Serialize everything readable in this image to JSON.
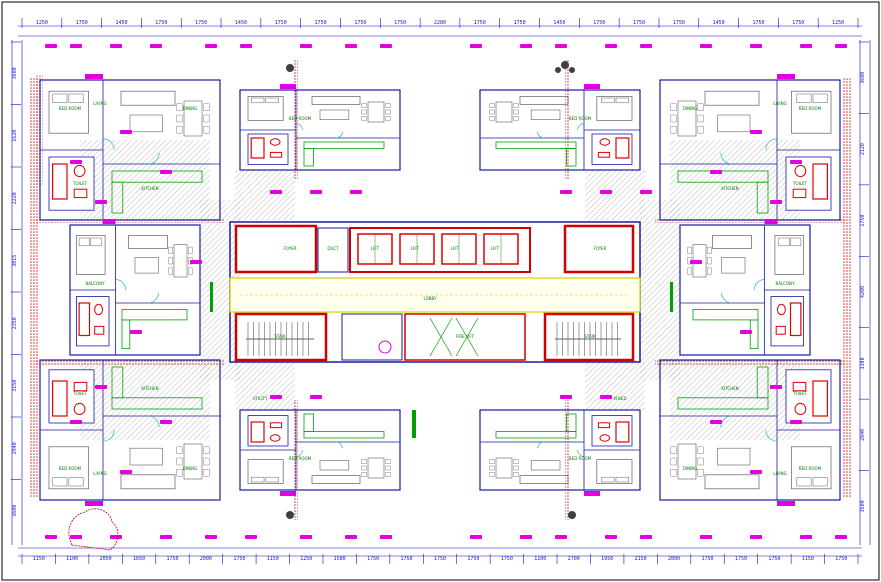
{
  "drawing": {
    "top_dimensions": [
      "1250",
      "1750",
      "1450",
      "1750",
      "1750",
      "1450",
      "1750",
      "1750",
      "1750",
      "1750",
      "2280",
      "1750",
      "1750",
      "1450",
      "1750",
      "1750",
      "1750",
      "1450",
      "1750",
      "1750",
      "1250"
    ],
    "bottom_dimensions": [
      "1150",
      "1100",
      "2050",
      "1650",
      "1750",
      "2000",
      "1750",
      "1150",
      "1250",
      "1580",
      "1750",
      "1750",
      "1750",
      "1750",
      "1750",
      "1100",
      "2700",
      "1950",
      "2150",
      "2800",
      "1750",
      "1750",
      "1750",
      "1150",
      "1750"
    ],
    "left_dimensions": [
      "3600",
      "1620",
      "2220",
      "3015",
      "2350",
      "3150",
      "2940",
      "3600"
    ],
    "right_dimensions": [
      "3600",
      "2120",
      "1750",
      "4200",
      "3300",
      "2840",
      "3600"
    ],
    "room_labels": [
      "LIVING",
      "DINING",
      "KITCHEN",
      "BED ROOM",
      "TOILET",
      "BALCONY",
      "LOBBY",
      "LIFT",
      "STAIR",
      "DUCT",
      "FIRE LIFT",
      "FOYER",
      "UTILITY",
      "M.BED"
    ],
    "colors": {
      "wall": "#1a1aa0",
      "dimension": "#1010d0",
      "room_text": "#00a000",
      "furniture": "#606060",
      "sanitary": "#e00000",
      "hatch": "#9a9a9a",
      "tag": "#e000e0",
      "door": "#00b0b0",
      "lobby_outline": "#d0d000"
    }
  }
}
